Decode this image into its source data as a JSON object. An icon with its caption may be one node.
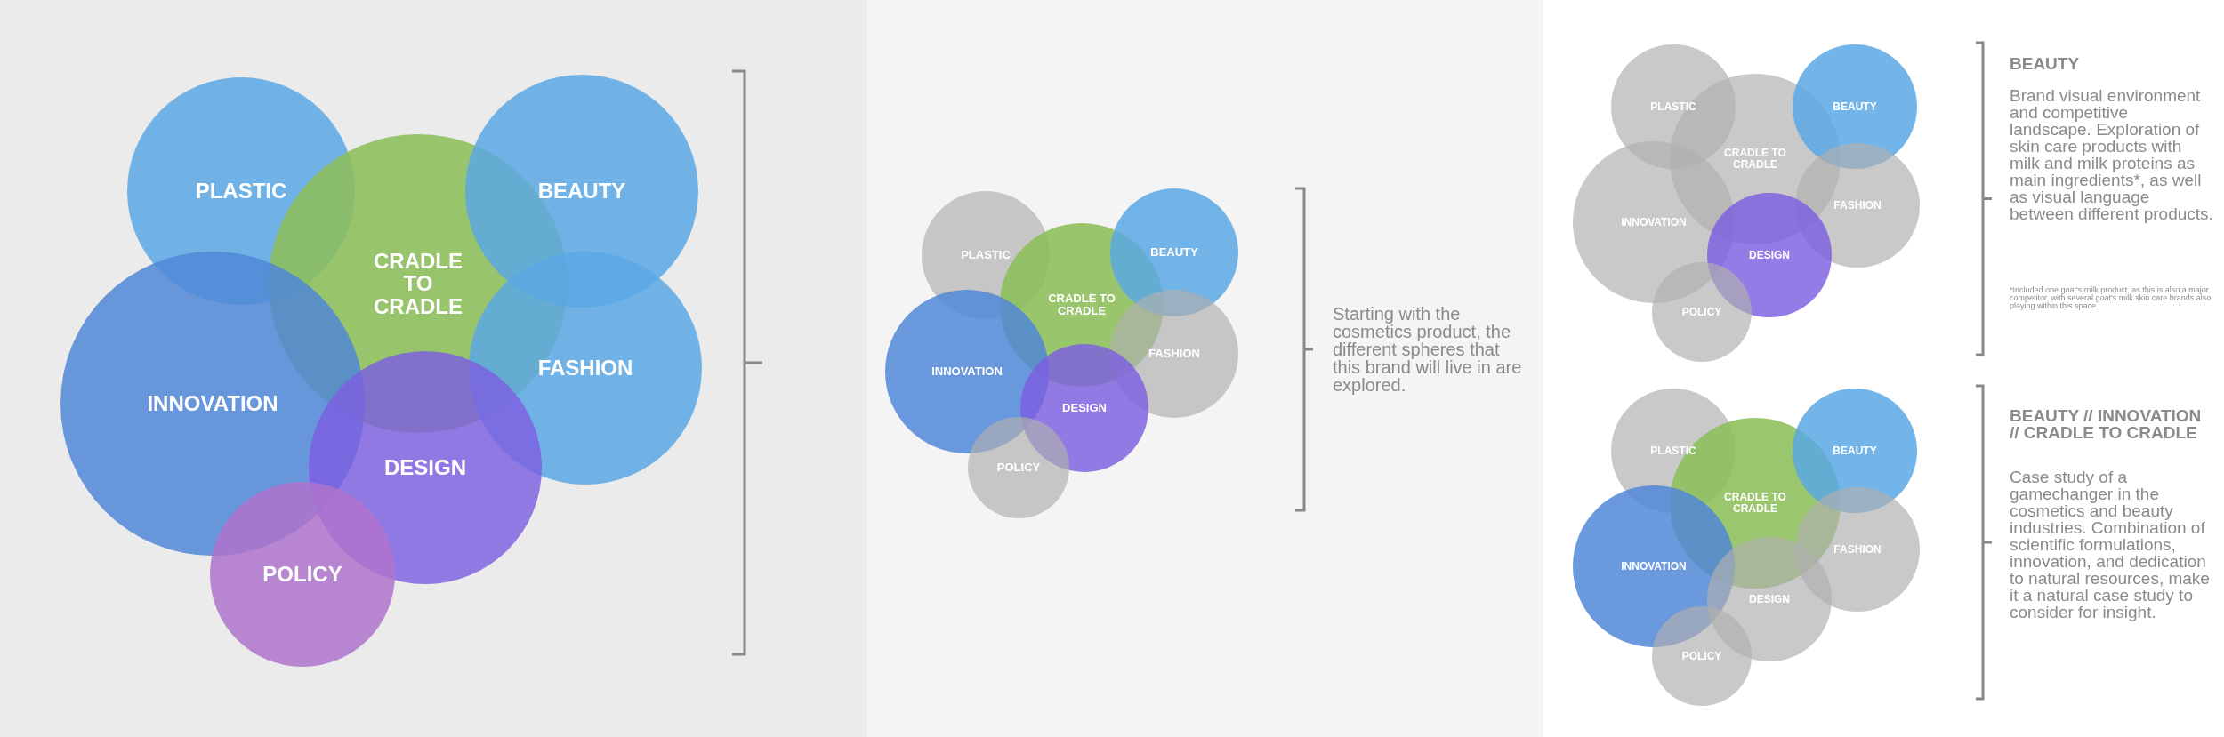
{
  "diagram": {
    "nodes": [
      {
        "text": [
          "PLASTIC"
        ]
      },
      {
        "text": [
          "CRADLE TO CRADLE"
        ]
      },
      {
        "text": [
          "BEAUTY"
        ]
      },
      {
        "text": [
          "FASHION"
        ]
      },
      {
        "text": [
          "INNOVATION"
        ]
      },
      {
        "text": [
          "DESIGN"
        ]
      },
      {
        "text": [
          "POLICY"
        ]
      },
      {
        "text": [
          "PLASTIC"
        ]
      },
      {
        "text": [
          "CRADLE TO CRADLE"
        ]
      },
      {
        "text": [
          "BEAUTY"
        ]
      },
      {
        "text": [
          "FASHION"
        ]
      },
      {
        "text": [
          "INNOVATION"
        ]
      },
      {
        "text": [
          "DESIGN"
        ]
      },
      {
        "text": [
          "POLICY"
        ]
      },
      {
        "text": [
          "PLASTIC"
        ]
      },
      {
        "text": [
          "CRADLE TO CRADLE"
        ]
      },
      {
        "text": [
          "BEAUTY"
        ]
      },
      {
        "text": [
          "FASHION"
        ]
      },
      {
        "text": [
          "INNOVATION"
        ]
      },
      {
        "text": [
          "DESIGN"
        ]
      },
      {
        "text": [
          "POLICY"
        ]
      },
      {
        "text": [
          "PLASTIC"
        ]
      },
      {
        "text": [
          "CRADLE TO CRADLE"
        ]
      },
      {
        "text": [
          "BEAUTY"
        ]
      },
      {
        "text": [
          "FASHION"
        ]
      },
      {
        "text": [
          "INNOVATION"
        ]
      },
      {
        "text": [
          "DESIGN"
        ]
      },
      {
        "text": [
          "POLICY"
        ]
      }
    ],
    "labels": [
      "Starting with the cosmetics product, the different spheres that this brand will live in are explored.",
      "BEAUTY",
      "Brand visual environment and competitive landscape. Exploration of skin care products with milk and milk proteins as main ingredients*, as well as visual language between different products.",
      "*Included one goat's milk product, as this is also a major competitor, with several goat's milk skin care brands also playing within this space.",
      "BEAUTY // INNOVATION // CRADLE TO CRADLE",
      "Case study of a gamechanger in the cosmetics and beauty industries. Combination of scientific formulations, innovation, and dedication to natural resources, make it a natural case study to consider for insight."
    ]
  }
}
